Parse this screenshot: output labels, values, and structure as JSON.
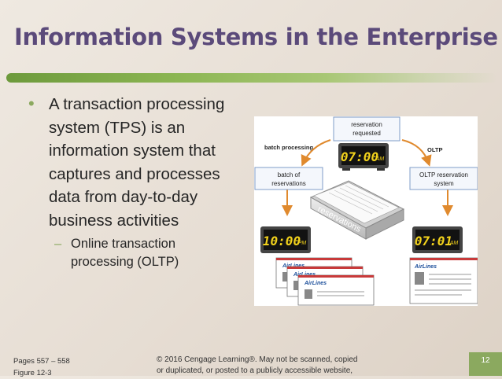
{
  "slide": {
    "title": "Information Systems in the Enterprise",
    "bullet_text": "A transaction processing system (TPS) is an information system that captures and processes data from day-to-day business activities",
    "sub_bullet_text": "Online transaction processing (OLTP)",
    "figure": {
      "reservation_requested": [
        "reservation",
        "requested"
      ],
      "batch_processing": "batch processing",
      "oltp": "OLTP",
      "batch_of_reservations": [
        "batch of",
        "reservations"
      ],
      "oltp_reservation_system": [
        "OLTP reservation",
        "system"
      ],
      "clock_top": "07:00",
      "clock_top_ampm": "AM",
      "clock_left": "10:00",
      "clock_left_ampm": "PM",
      "clock_right": "07:01",
      "clock_right_ampm": "AM",
      "tray_label": "reservations",
      "ticket_brand": "AirLines"
    },
    "footer": {
      "pages": "Pages 557 – 558",
      "figure_ref": "Figure 12-3",
      "copyright": "© 2016 Cengage Learning®. May not be scanned, copied or duplicated, or posted to a publicly accessible website, in whole or in part.",
      "slide_number": "12"
    }
  }
}
